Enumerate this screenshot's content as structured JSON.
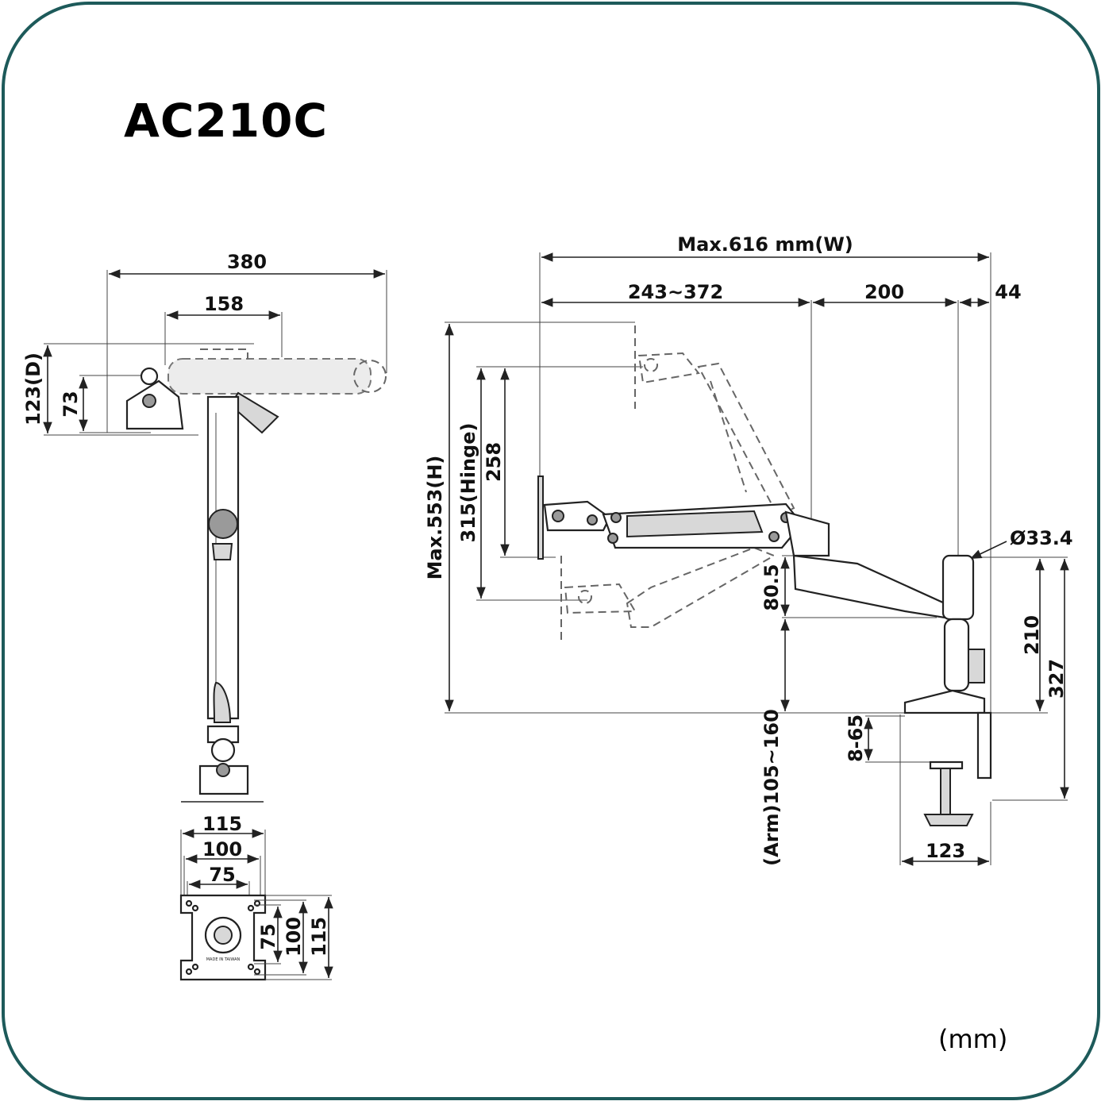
{
  "title": "AC210C",
  "units": "(mm)",
  "dimensions": {
    "top_width": "380",
    "top_inner_width": "158",
    "depth": "123(D)",
    "depth_inner": "73",
    "vesa_outer": "115",
    "vesa_mid": "100",
    "vesa_inner": "75",
    "vesa_side_inner": "75",
    "vesa_side_mid": "100",
    "vesa_side_outer": "115",
    "max_width": "Max.616 mm(W)",
    "arm_reach": "243~372",
    "arm_segment": "200",
    "pole_offset": "44",
    "max_height": "Max.553(H)",
    "hinge_height": "315(Hinge)",
    "hinge_travel": "258",
    "arm_step": "80.5",
    "pole_diameter": "Ø33.4",
    "pole_height": "210",
    "total_height": "327",
    "arm_range": "(Arm)105~160",
    "clamp_thickness": "8-65",
    "clamp_depth": "123"
  },
  "vesa_plate_text": "MADE IN TAIWAN"
}
